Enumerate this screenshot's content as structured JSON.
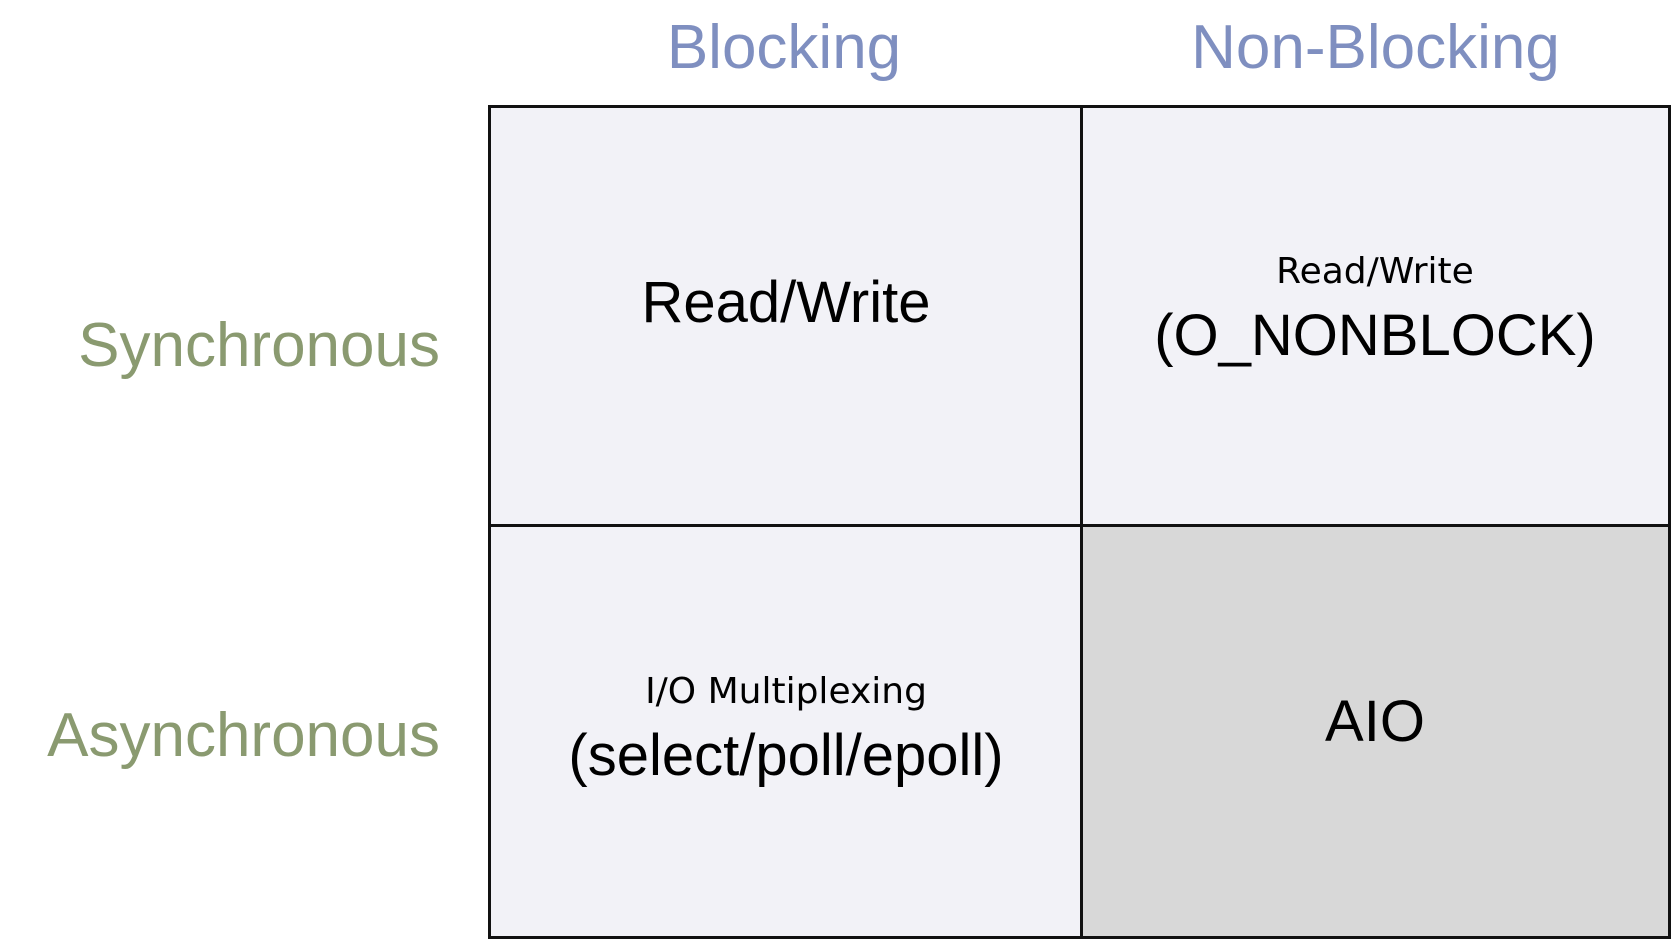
{
  "colors": {
    "column_header": "#7f8fc0",
    "row_header": "#8a9a70",
    "cell_light": "#f2f2f7",
    "cell_highlight": "#d8d8d8",
    "grid_line": "#111111"
  },
  "columns": [
    "Blocking",
    "Non-Blocking"
  ],
  "rows": [
    "Synchronous",
    "Asynchronous"
  ],
  "cells": {
    "sync_blocking": {
      "main": "Read/Write"
    },
    "sync_nonblocking": {
      "sub": "Read/Write",
      "main": "(O_NONBLOCK)"
    },
    "async_blocking": {
      "sub": "I/O Multiplexing",
      "main": "(select/poll/epoll)"
    },
    "async_nonblocking": {
      "main": "AIO"
    }
  }
}
